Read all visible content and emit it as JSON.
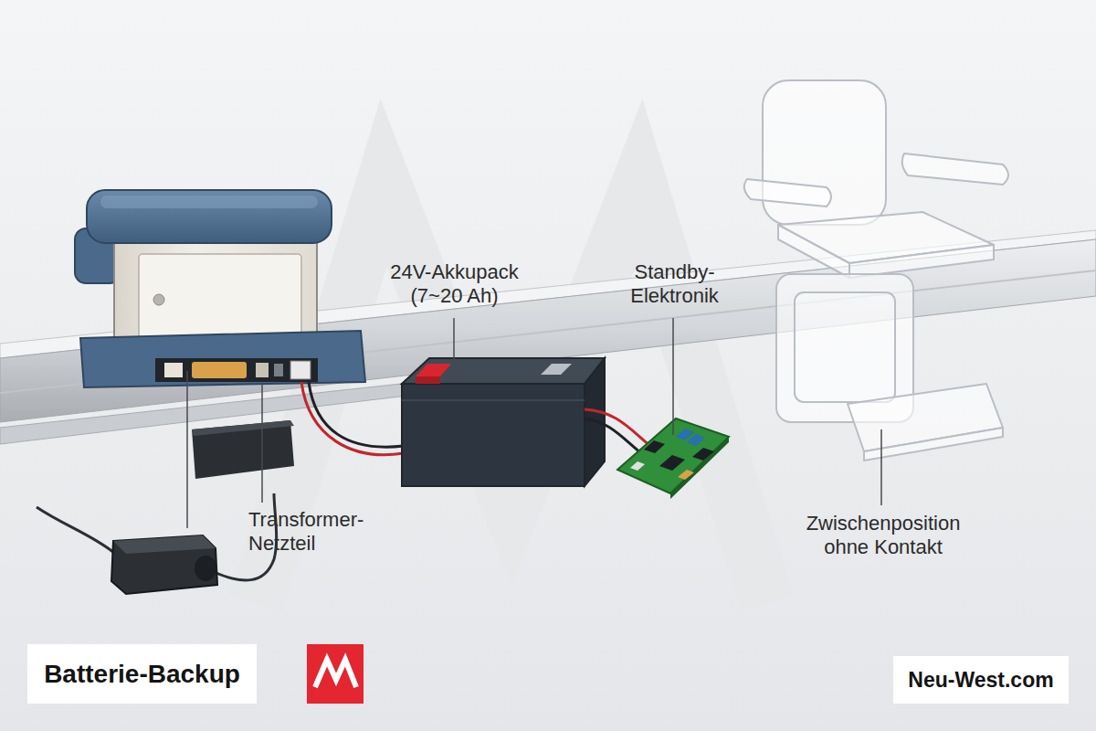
{
  "diagram": {
    "nodes": [
      {
        "text": [
          "Batterie-Backup"
        ]
      },
      {
        "text": [
          "Neu-West.com"
        ]
      }
    ],
    "labels": [
      "24V-Akkupack (7~20 Ah)",
      "Standby- Elektronik",
      "Transformer- Netzteil",
      "Zwischenposition ohne Kontakt"
    ]
  }
}
